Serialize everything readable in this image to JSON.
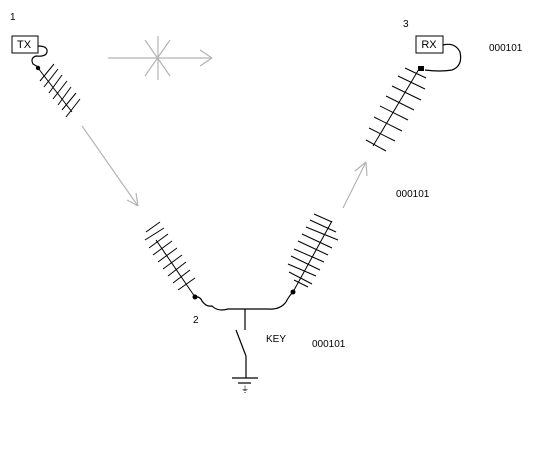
{
  "labels": {
    "node_1": "1",
    "node_2": "2",
    "node_3": "3",
    "tx": "TX",
    "rx": "RX",
    "key": "KEY",
    "code_top": "000101",
    "code_mid": "000101",
    "code_bottom": "000101"
  },
  "colors": {
    "ink": "#000000",
    "arrow": "#b4b4b4"
  }
}
